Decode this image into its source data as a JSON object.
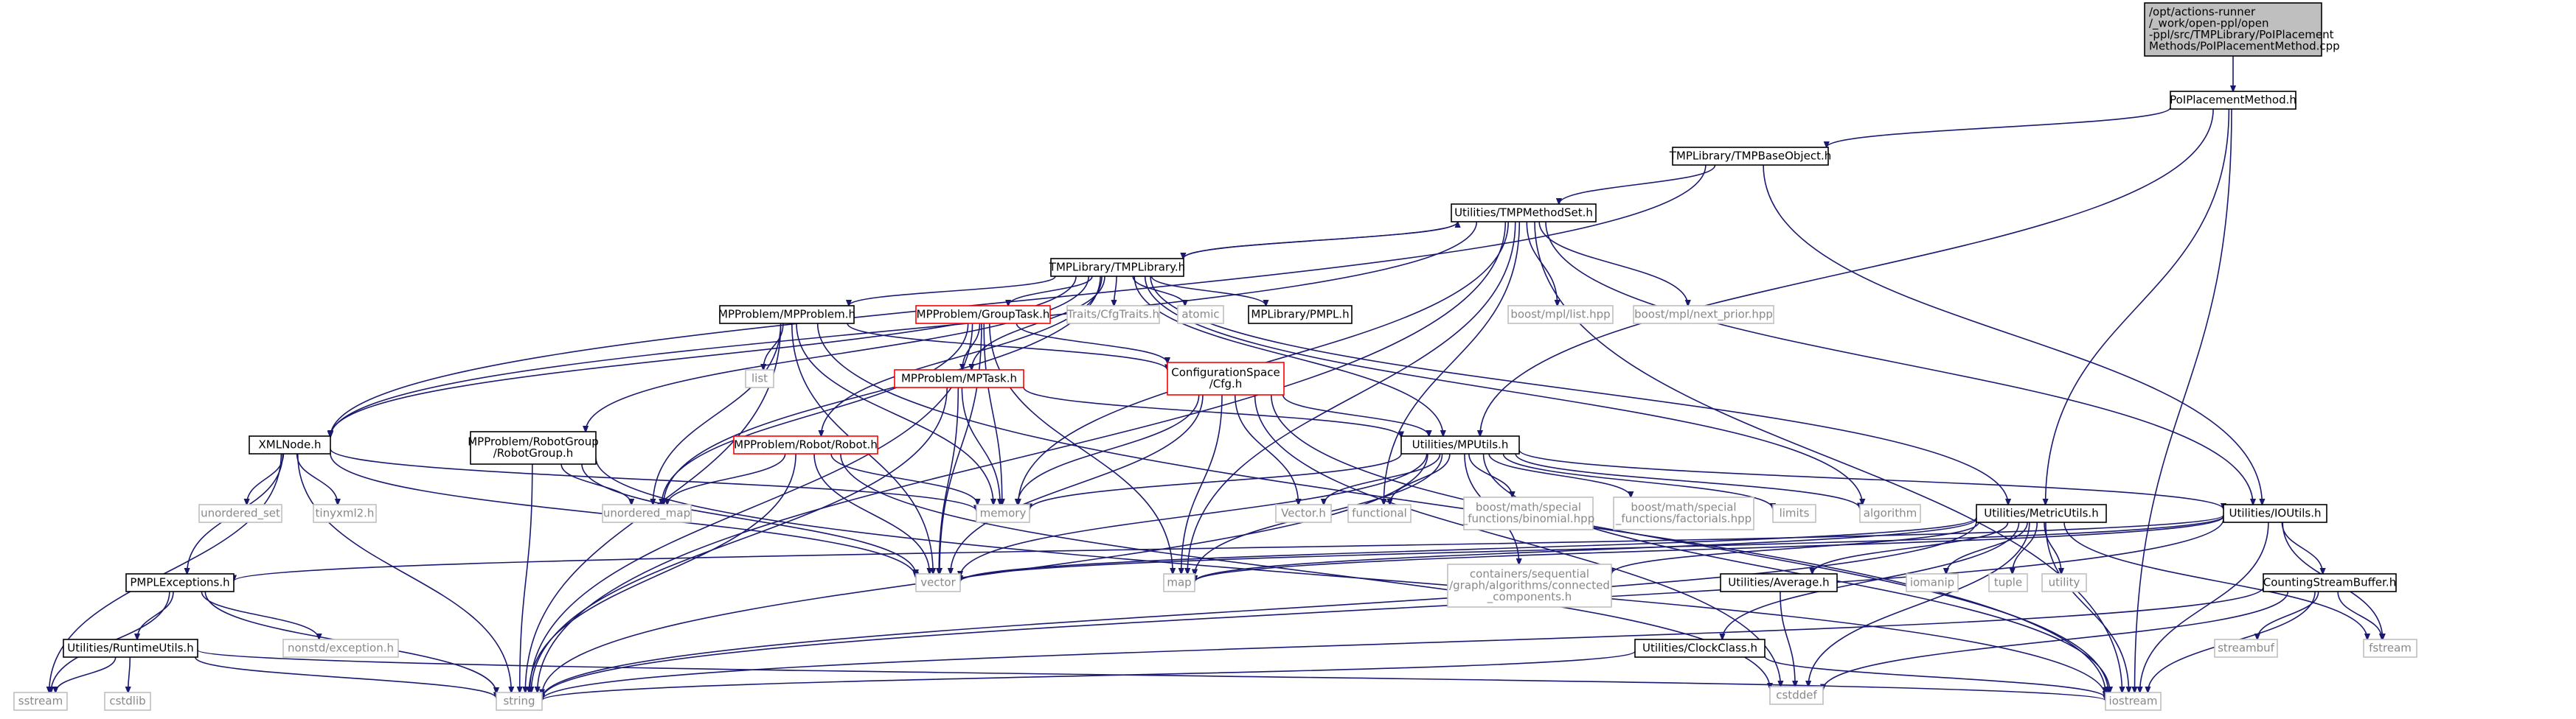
{
  "colors": {
    "edge": "#191970",
    "root_fill": "#bfbfbf",
    "root_stroke": "#000000",
    "normal_stroke": "#000000",
    "red_stroke": "#ff0000",
    "system_stroke": "#bfbfbf",
    "system_text": "#888888"
  },
  "nodes": [
    {
      "id": "root",
      "kind": "root",
      "lines": [
        "/opt/actions-runner",
        "/_work/open-ppl/open",
        "-ppl/src/TMPLibrary/PoIPlacement",
        "Methods/PoIPlacementMethod.cpp"
      ]
    },
    {
      "id": "poiplacementmethod",
      "kind": "normal",
      "lines": [
        "PoIPlacementMethod.h"
      ]
    },
    {
      "id": "tmpbaseobject",
      "kind": "normal",
      "lines": [
        "TMPLibrary/TMPBaseObject.h"
      ]
    },
    {
      "id": "tmpmethodset",
      "kind": "normal",
      "lines": [
        "Utilities/TMPMethodSet.h"
      ]
    },
    {
      "id": "tmplibrary",
      "kind": "normal",
      "lines": [
        "TMPLibrary/TMPLibrary.h"
      ]
    },
    {
      "id": "mpl-list",
      "kind": "system",
      "lines": [
        "boost/mpl/list.hpp"
      ]
    },
    {
      "id": "mpl-nextprior",
      "kind": "system",
      "lines": [
        "boost/mpl/next_prior.hpp"
      ]
    },
    {
      "id": "mpproblem",
      "kind": "normal",
      "lines": [
        "MPProblem/MPProblem.h"
      ]
    },
    {
      "id": "grouptask",
      "kind": "red",
      "lines": [
        "MPProblem/GroupTask.h"
      ]
    },
    {
      "id": "cfgtraits",
      "kind": "system",
      "lines": [
        "Traits/CfgTraits.h"
      ]
    },
    {
      "id": "atomic",
      "kind": "system",
      "lines": [
        "atomic"
      ]
    },
    {
      "id": "pmpl",
      "kind": "normal",
      "lines": [
        "MPLibrary/PMPL.h"
      ]
    },
    {
      "id": "list",
      "kind": "system",
      "lines": [
        "list"
      ]
    },
    {
      "id": "cspace-cfg",
      "kind": "red",
      "lines": [
        "ConfigurationSpace",
        "/Cfg.h"
      ]
    },
    {
      "id": "mptask",
      "kind": "red",
      "lines": [
        "MPProblem/MPTask.h"
      ]
    },
    {
      "id": "xmlnode",
      "kind": "normal",
      "lines": [
        "XMLNode.h"
      ]
    },
    {
      "id": "robotgroup",
      "kind": "normal",
      "lines": [
        "MPProblem/RobotGroup",
        "/RobotGroup.h"
      ]
    },
    {
      "id": "robot",
      "kind": "red",
      "lines": [
        "MPProblem/Robot/Robot.h"
      ]
    },
    {
      "id": "mputils",
      "kind": "normal",
      "lines": [
        "Utilities/MPUtils.h"
      ]
    },
    {
      "id": "unordered-set",
      "kind": "system",
      "lines": [
        "unordered_set"
      ]
    },
    {
      "id": "tinyxml2",
      "kind": "system",
      "lines": [
        "tinyxml2.h"
      ]
    },
    {
      "id": "unordered-map",
      "kind": "system",
      "lines": [
        "unordered_map"
      ]
    },
    {
      "id": "memory",
      "kind": "system",
      "lines": [
        "memory"
      ]
    },
    {
      "id": "vector-h",
      "kind": "system",
      "lines": [
        "Vector.h"
      ]
    },
    {
      "id": "functional",
      "kind": "system",
      "lines": [
        "functional"
      ]
    },
    {
      "id": "boost-binomial",
      "kind": "system",
      "lines": [
        "boost/math/special",
        "_functions/binomial.hpp"
      ]
    },
    {
      "id": "boost-factorials",
      "kind": "system",
      "lines": [
        "boost/math/special",
        "_functions/factorials.hpp"
      ]
    },
    {
      "id": "limits",
      "kind": "system",
      "lines": [
        "limits"
      ]
    },
    {
      "id": "algorithm",
      "kind": "system",
      "lines": [
        "algorithm"
      ]
    },
    {
      "id": "metricutils",
      "kind": "normal",
      "lines": [
        "Utilities/MetricUtils.h"
      ]
    },
    {
      "id": "ioutils",
      "kind": "normal",
      "lines": [
        "Utilities/IOUtils.h"
      ]
    },
    {
      "id": "pmplexceptions",
      "kind": "normal",
      "lines": [
        "PMPLExceptions.h"
      ]
    },
    {
      "id": "vector",
      "kind": "system",
      "lines": [
        "vector"
      ]
    },
    {
      "id": "map",
      "kind": "system",
      "lines": [
        "map"
      ]
    },
    {
      "id": "connected-components",
      "kind": "system",
      "lines": [
        "containers/sequential",
        "/graph/algorithms/connected",
        "_components.h"
      ]
    },
    {
      "id": "average",
      "kind": "normal",
      "lines": [
        "Utilities/Average.h"
      ]
    },
    {
      "id": "iomanip",
      "kind": "system",
      "lines": [
        "iomanip"
      ]
    },
    {
      "id": "tuple",
      "kind": "system",
      "lines": [
        "tuple"
      ]
    },
    {
      "id": "utility",
      "kind": "system",
      "lines": [
        "utility"
      ]
    },
    {
      "id": "countingstreambuffer",
      "kind": "normal",
      "lines": [
        "CountingStreamBuffer.h"
      ]
    },
    {
      "id": "nonstd-exception",
      "kind": "system",
      "lines": [
        "nonstd/exception.h"
      ]
    },
    {
      "id": "runtimeutils",
      "kind": "normal",
      "lines": [
        "Utilities/RuntimeUtils.h"
      ]
    },
    {
      "id": "cstddef",
      "kind": "system",
      "lines": [
        "cstddef"
      ]
    },
    {
      "id": "streambuf",
      "kind": "system",
      "lines": [
        "streambuf"
      ]
    },
    {
      "id": "fstream",
      "kind": "system",
      "lines": [
        "fstream"
      ]
    },
    {
      "id": "clockclass",
      "kind": "normal",
      "lines": [
        "Utilities/ClockClass.h"
      ]
    },
    {
      "id": "sstream",
      "kind": "system",
      "lines": [
        "sstream"
      ]
    },
    {
      "id": "cstdlib",
      "kind": "system",
      "lines": [
        "cstdlib"
      ]
    },
    {
      "id": "string",
      "kind": "system",
      "lines": [
        "string"
      ]
    },
    {
      "id": "iostream",
      "kind": "system",
      "lines": [
        "iostream"
      ]
    }
  ],
  "edges": [
    [
      "root",
      "poiplacementmethod"
    ],
    [
      "poiplacementmethod",
      "tmpbaseobject"
    ],
    [
      "poiplacementmethod",
      "mputils"
    ],
    [
      "poiplacementmethod",
      "metricutils"
    ],
    [
      "poiplacementmethod",
      "iostream"
    ],
    [
      "tmpbaseobject",
      "tmpmethodset"
    ],
    [
      "tmpbaseobject",
      "xmlnode"
    ],
    [
      "tmpbaseobject",
      "ioutils"
    ],
    [
      "tmpmethodset",
      "tmplibrary"
    ],
    [
      "tmpmethodset",
      "mpl-list"
    ],
    [
      "tmpmethodset",
      "mpl-nextprior"
    ],
    [
      "tmpmethodset",
      "xmlnode"
    ],
    [
      "tmpmethodset",
      "ioutils"
    ],
    [
      "tmpmethodset",
      "string"
    ],
    [
      "tmpmethodset",
      "memory"
    ],
    [
      "tmpmethodset",
      "functional"
    ],
    [
      "tmpmethodset",
      "iostream"
    ],
    [
      "tmpmethodset",
      "map"
    ],
    [
      "tmplibrary",
      "tmpmethodset"
    ],
    [
      "tmplibrary",
      "mpproblem"
    ],
    [
      "tmplibrary",
      "grouptask"
    ],
    [
      "tmplibrary",
      "cfgtraits"
    ],
    [
      "tmplibrary",
      "atomic"
    ],
    [
      "tmplibrary",
      "pmpl"
    ],
    [
      "tmplibrary",
      "mptask"
    ],
    [
      "tmplibrary",
      "xmlnode"
    ],
    [
      "tmplibrary",
      "robotgroup"
    ],
    [
      "tmplibrary",
      "robot"
    ],
    [
      "tmplibrary",
      "mputils"
    ],
    [
      "tmplibrary",
      "metricutils"
    ],
    [
      "tmplibrary",
      "unordered-map"
    ],
    [
      "tmplibrary",
      "algorithm"
    ],
    [
      "mpproblem",
      "list"
    ],
    [
      "mpproblem",
      "cspace-cfg"
    ],
    [
      "mpproblem",
      "memory"
    ],
    [
      "mpproblem",
      "unordered-map"
    ],
    [
      "mpproblem",
      "vector"
    ],
    [
      "mpproblem",
      "string"
    ],
    [
      "mpproblem",
      "iostream"
    ],
    [
      "grouptask",
      "mptask"
    ],
    [
      "grouptask",
      "cspace-cfg"
    ],
    [
      "grouptask",
      "memory"
    ],
    [
      "grouptask",
      "vector"
    ],
    [
      "grouptask",
      "unordered-map"
    ],
    [
      "grouptask",
      "string"
    ],
    [
      "grouptask",
      "map"
    ],
    [
      "cspace-cfg",
      "mputils"
    ],
    [
      "cspace-cfg",
      "memory"
    ],
    [
      "cspace-cfg",
      "vector"
    ],
    [
      "cspace-cfg",
      "vector-h"
    ],
    [
      "cspace-cfg",
      "map"
    ],
    [
      "cspace-cfg",
      "iostream"
    ],
    [
      "cspace-cfg",
      "cstddef"
    ],
    [
      "mptask",
      "mputils"
    ],
    [
      "mptask",
      "memory"
    ],
    [
      "mptask",
      "vector"
    ],
    [
      "mptask",
      "string"
    ],
    [
      "xmlnode",
      "pmplexceptions"
    ],
    [
      "xmlnode",
      "unordered-set"
    ],
    [
      "xmlnode",
      "tinyxml2"
    ],
    [
      "xmlnode",
      "memory"
    ],
    [
      "xmlnode",
      "vector"
    ],
    [
      "xmlnode",
      "string"
    ],
    [
      "xmlnode",
      "sstream"
    ],
    [
      "robotgroup",
      "unordered-map"
    ],
    [
      "robotgroup",
      "vector"
    ],
    [
      "robotgroup",
      "string"
    ],
    [
      "robotgroup",
      "iostream"
    ],
    [
      "robot",
      "unordered-map"
    ],
    [
      "robot",
      "memory"
    ],
    [
      "robot",
      "vector"
    ],
    [
      "robot",
      "string"
    ],
    [
      "robot",
      "cstddef"
    ],
    [
      "mputils",
      "memory"
    ],
    [
      "mputils",
      "vector-h"
    ],
    [
      "mputils",
      "functional"
    ],
    [
      "mputils",
      "boost-binomial"
    ],
    [
      "mputils",
      "boost-factorials"
    ],
    [
      "mputils",
      "limits"
    ],
    [
      "mputils",
      "algorithm"
    ],
    [
      "mputils",
      "ioutils"
    ],
    [
      "mputils",
      "map"
    ],
    [
      "mputils",
      "string"
    ],
    [
      "mputils",
      "iostream"
    ],
    [
      "mputils",
      "connected-components"
    ],
    [
      "mputils",
      "vector"
    ],
    [
      "metricutils",
      "vector"
    ],
    [
      "metricutils",
      "map"
    ],
    [
      "metricutils",
      "connected-components"
    ],
    [
      "metricutils",
      "average"
    ],
    [
      "metricutils",
      "iomanip"
    ],
    [
      "metricutils",
      "tuple"
    ],
    [
      "metricutils",
      "utility"
    ],
    [
      "metricutils",
      "clockclass"
    ],
    [
      "metricutils",
      "cstddef"
    ],
    [
      "metricutils",
      "string"
    ],
    [
      "metricutils",
      "iostream"
    ],
    [
      "metricutils",
      "fstream"
    ],
    [
      "ioutils",
      "pmplexceptions"
    ],
    [
      "ioutils",
      "vector"
    ],
    [
      "ioutils",
      "map"
    ],
    [
      "ioutils",
      "countingstreambuffer"
    ],
    [
      "ioutils",
      "fstream"
    ],
    [
      "ioutils",
      "iostream"
    ],
    [
      "ioutils",
      "string"
    ],
    [
      "pmplexceptions",
      "nonstd-exception"
    ],
    [
      "pmplexceptions",
      "runtimeutils"
    ],
    [
      "pmplexceptions",
      "string"
    ],
    [
      "pmplexceptions",
      "sstream"
    ],
    [
      "runtimeutils",
      "sstream"
    ],
    [
      "runtimeutils",
      "cstdlib"
    ],
    [
      "runtimeutils",
      "string"
    ],
    [
      "runtimeutils",
      "iostream"
    ],
    [
      "average",
      "cstddef"
    ],
    [
      "countingstreambuffer",
      "cstddef"
    ],
    [
      "countingstreambuffer",
      "streambuf"
    ],
    [
      "countingstreambuffer",
      "fstream"
    ],
    [
      "countingstreambuffer",
      "iostream"
    ],
    [
      "countingstreambuffer",
      "string"
    ],
    [
      "clockclass",
      "string"
    ],
    [
      "clockclass",
      "iostream"
    ]
  ]
}
